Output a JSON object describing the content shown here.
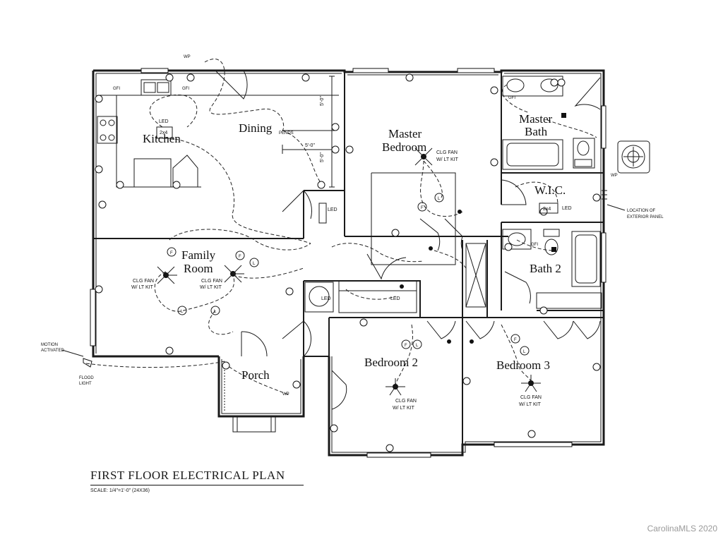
{
  "plan": {
    "title": "FIRST FLOOR ELECTRICAL PLAN",
    "scale": "SCALE: 1/4\"=1'-0\" (24X36)",
    "watermark": "CarolinaMLS 2020"
  },
  "rooms": {
    "kitchen": "Kitchen",
    "dining": "Dining",
    "master_bedroom_1": "Master",
    "master_bedroom_2": "Bedroom",
    "master_bath_1": "Master",
    "master_bath_2": "Bath",
    "wic": "W.I.C.",
    "family_room_1": "Family",
    "family_room_2": "Room",
    "bath2": "Bath 2",
    "porch": "Porch",
    "bedroom2": "Bedroom 2",
    "bedroom3": "Bedroom 3"
  },
  "labels": {
    "led": "LED",
    "panel_2x4": "2x4",
    "gfi": "GFI",
    "wp": "WP",
    "fan_line1": "CLG FAN",
    "fan_line2": "W/ LT KIT",
    "dim_5ft": "5'-0\"",
    "pendants": "PENDS",
    "motion_1": "MOTION",
    "motion_2": "ACTIVATED",
    "flood_1": "FLOOD",
    "flood_2": "LIGHT",
    "ext_panel_1": "LOCATION OF",
    "ext_panel_2": "EXTERIOR PANEL",
    "switch_f": "F",
    "switch_l": "L"
  }
}
